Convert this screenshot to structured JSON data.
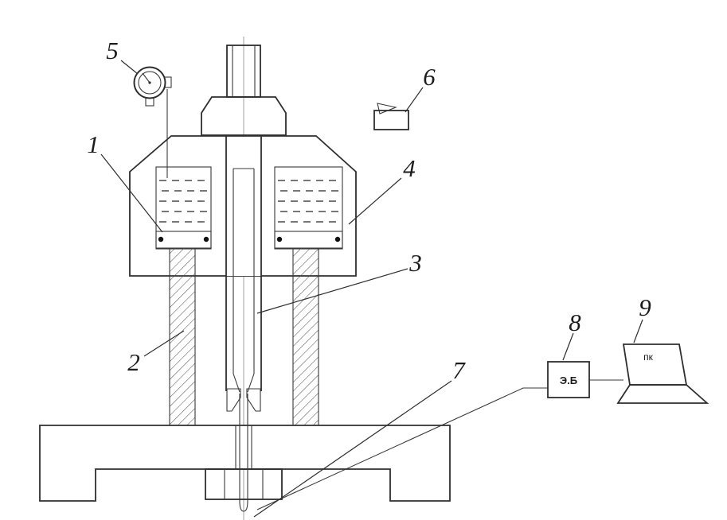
{
  "callouts": {
    "c1": "1",
    "c2": "2",
    "c3": "3",
    "c4": "4",
    "c5": "5",
    "c6": "6",
    "c7": "7",
    "c8": "8",
    "c9": "9"
  },
  "devices": {
    "electronic_block_label": "Э.Б",
    "computer_label": "пк"
  },
  "colors": {
    "line": "#2e2e2e",
    "hatch": "#4a4a4a",
    "background": "#ffffff"
  }
}
